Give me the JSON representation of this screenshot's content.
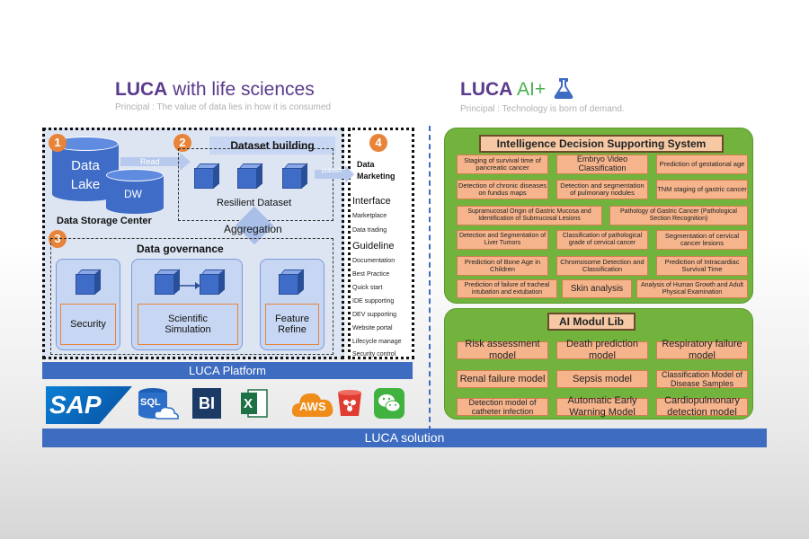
{
  "left": {
    "title_bold": "LUCA",
    "title_rest": " with life sciences",
    "subtitle": "Principal : The value of data lies in how it is consumed",
    "num1": "1",
    "num2": "2",
    "num3": "3",
    "num4": "4",
    "data_lake": "Data\nLake",
    "dw": "DW",
    "read": "Read",
    "publish": "publish",
    "storage_center": "Data Storage Center",
    "dataset_building": "Dataset building",
    "resilient_dataset": "Resilient Dataset",
    "aggregation": "Aggregation",
    "data_governance": "Data governance",
    "security": "Security",
    "scientific_simulation": "Scientific\nSimulation",
    "feature_refine": "Feature\nRefine",
    "marketing": {
      "title": "Data\nMarketing",
      "interface": "Interface",
      "marketplace": "Marketplace",
      "data_trading": "Data trading",
      "guideline": "Guideline",
      "documentation": "Documentation",
      "best_practice": "Best Practice",
      "quick_start": "Quick start",
      "ide_supporting": "IDE supporting",
      "dev_supporting": "DEV supporting",
      "website_portal": "Website portal",
      "lifecycle_manage": "Lifecycle manage",
      "security_control": "Security control"
    },
    "platform": "LUCA Platform",
    "logos": {
      "sap": "SAP",
      "sql": "SQL",
      "bi": "BI",
      "excel": "X",
      "aws": "AWS"
    }
  },
  "right": {
    "title_bold": "LUCA",
    "title_ai": " AI+",
    "subtitle": "Principal : Technology is born of demand.",
    "ids_title": "Intelligence Decision Supporting System",
    "ids_cells": [
      "Staging of survival time of pancreatic cancer",
      "Embryo Video Classification",
      "Prediction of gestational age",
      "Detection of chronic diseases on fundus maps",
      "Detection and segmentation of pulmonary nodules",
      "TNM staging of gastric cancer",
      "Supramucosal Origin of Gastric Mucosa and Identification of Submucosal Lesions",
      "Pathology of Gastric Cancer (Pathological Section Recognition)",
      "Detection and Segmentation of Liver Tumors",
      "Classification of pathological grade of cervical cancer",
      "Segmentation of cervical cancer lesions",
      "Prediction of Bone Age in Children",
      "Chromosome Detection and Classification",
      "Prediction of Intracardiac Survival Time",
      "Prediction of failure of tracheal intubation and extubation",
      "Skin analysis",
      "Analysis of Human Growth and Adult Physical Examination"
    ],
    "lib_title": "AI Modul Lib",
    "lib_cells": [
      "Risk assessment model",
      "Death prediction model",
      "Respiratory failure model",
      "Renal failure model",
      "Sepsis model",
      "Classification Model of Disease Samples",
      "Detection model of catheter infection",
      "Automatic Early Warning Model",
      "Cardiopulmonary detection model"
    ]
  },
  "solution": "LUCA solution",
  "colors": {
    "accent_blue": "#3d6cc0",
    "purple": "#5a3a8c",
    "green": "#71b33c",
    "orange": "#e8843a",
    "salmon": "#f5b48c"
  }
}
